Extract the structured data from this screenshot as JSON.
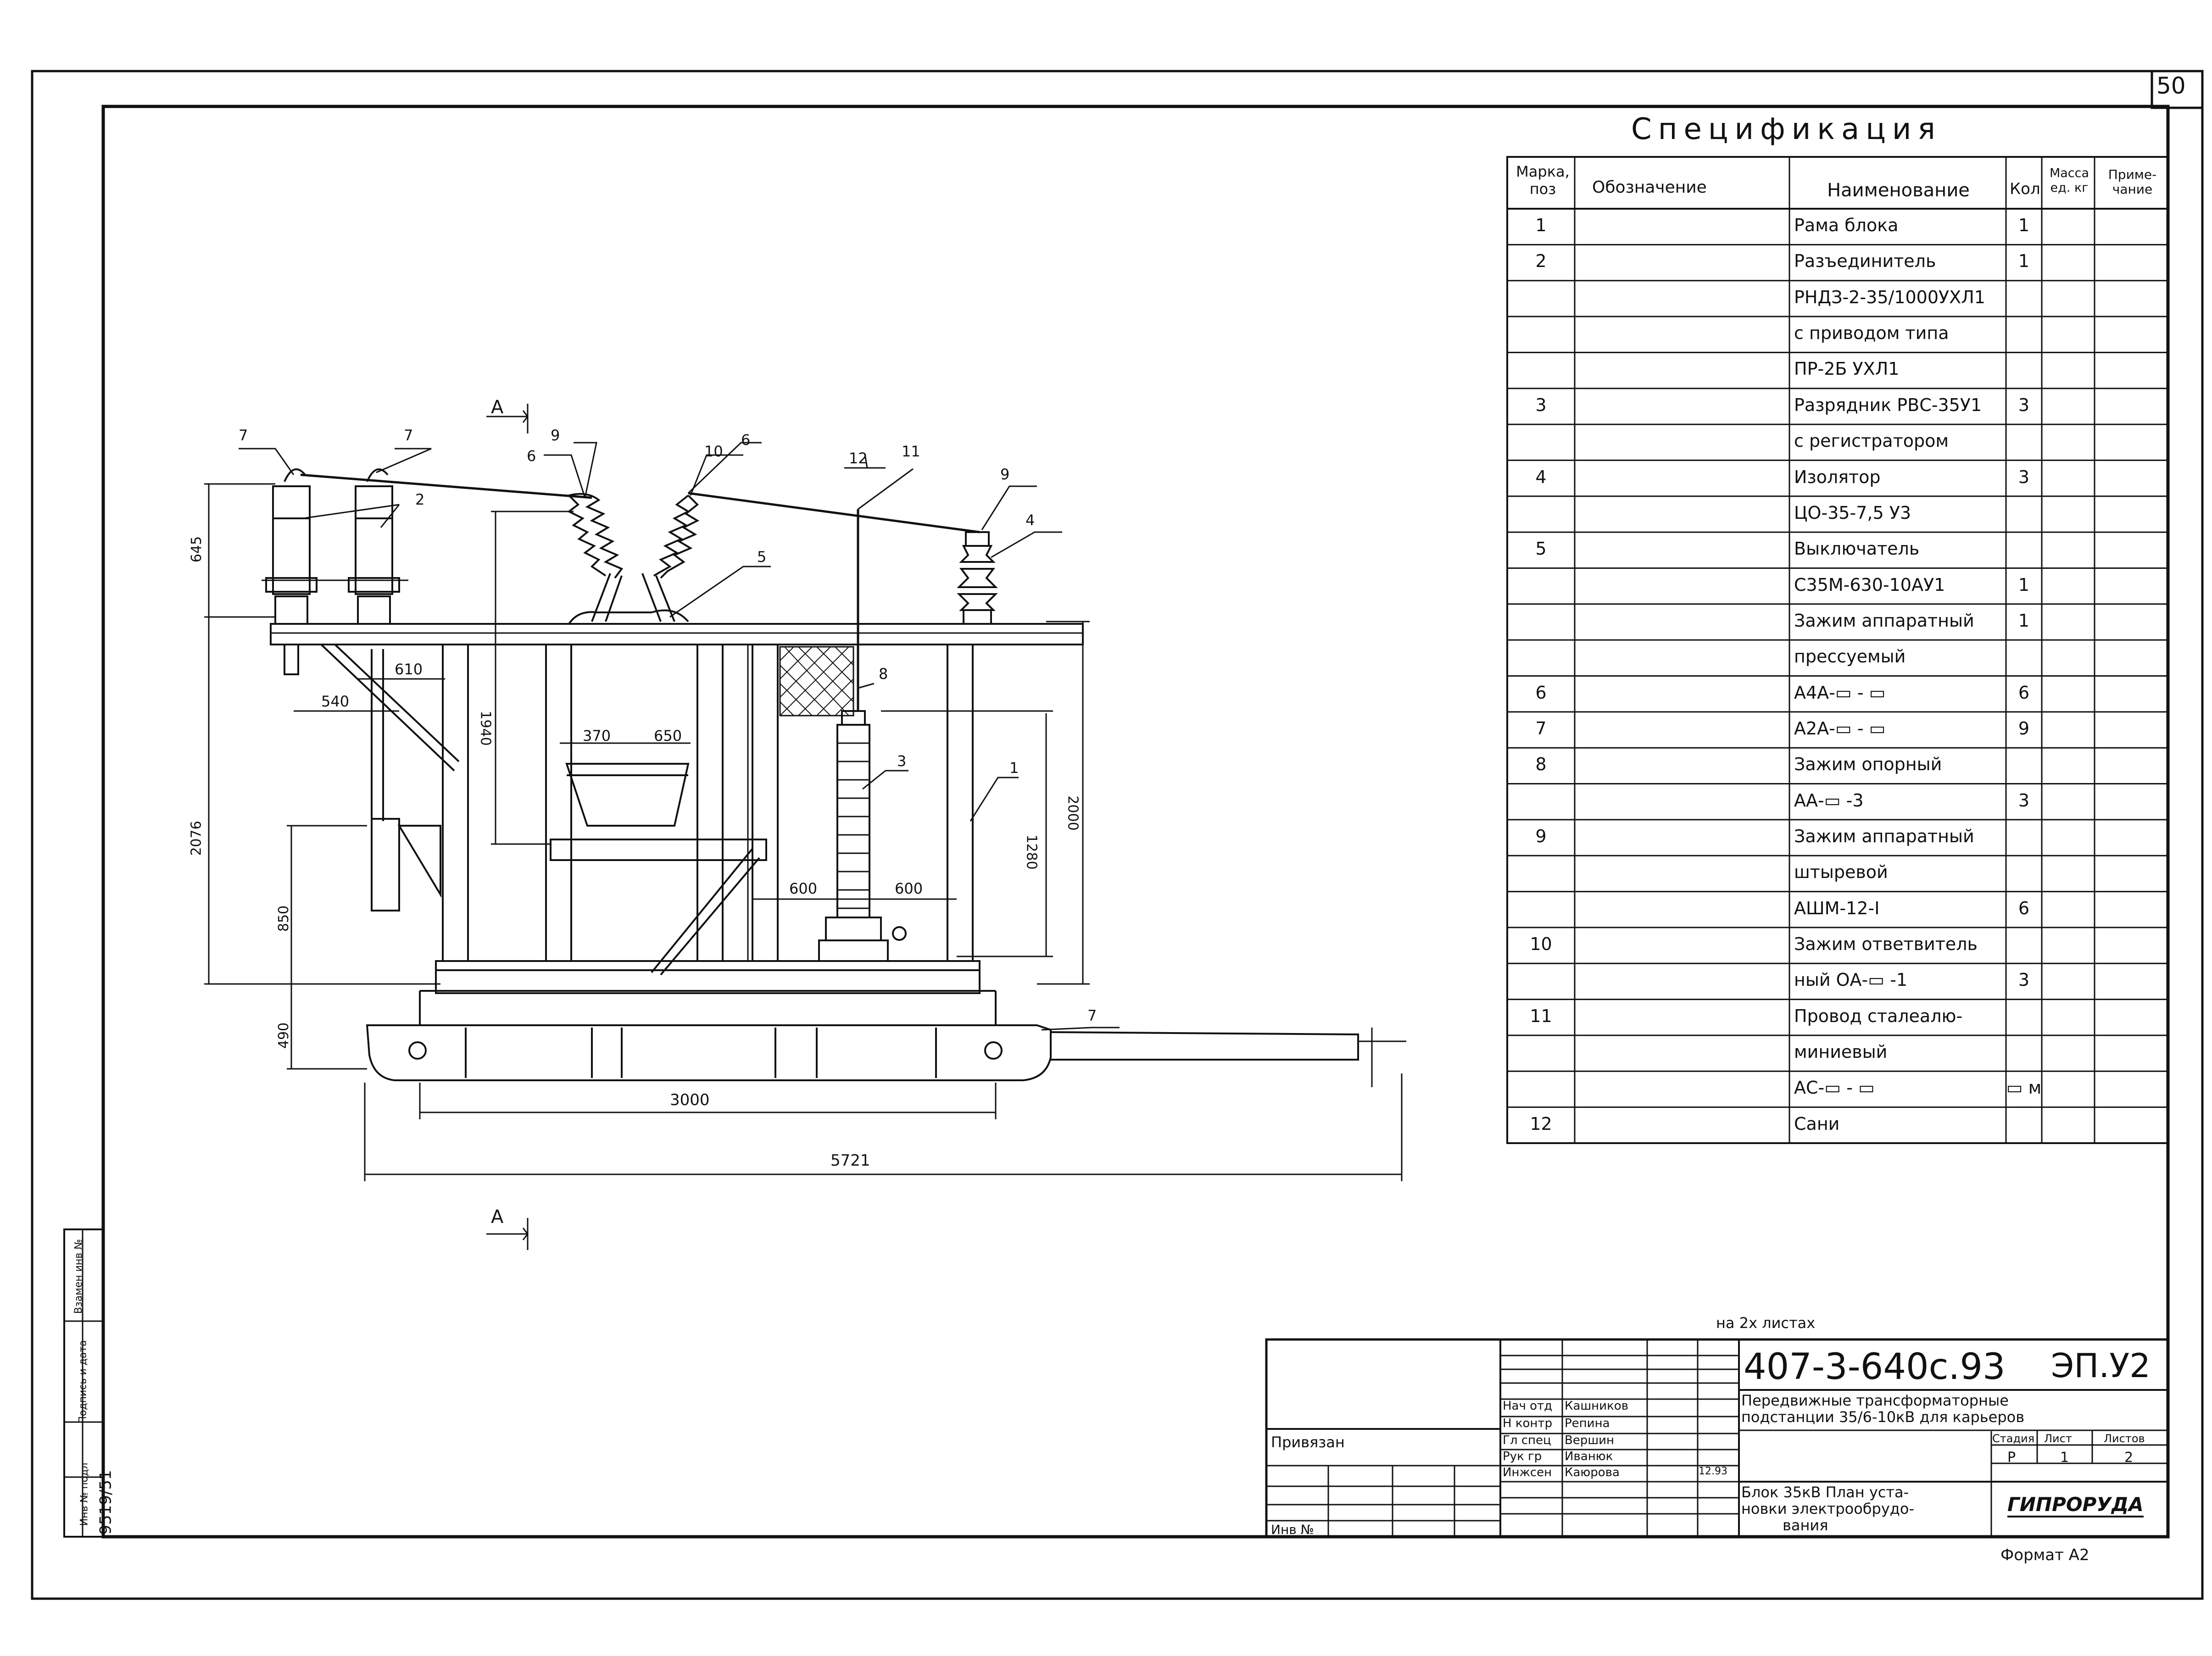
{
  "page_number": "50",
  "spec": {
    "title": "Спецификация",
    "headers": {
      "pos": [
        "Марка,",
        "поз"
      ],
      "designation": "Обозначение",
      "name": "Наименование",
      "qty": "Кол",
      "mass": [
        "Масса",
        "ед. кг"
      ],
      "note": [
        "Приме-",
        "чание"
      ]
    },
    "rows": [
      {
        "pos": "1",
        "name": "Рама блока",
        "qty": "1"
      },
      {
        "pos": "2",
        "name": "Разъединитель",
        "qty": "1"
      },
      {
        "pos": "",
        "name": "РНДЗ-2-35/1000УХЛ1",
        "qty": ""
      },
      {
        "pos": "",
        "name": "с приводом типа",
        "qty": ""
      },
      {
        "pos": "",
        "name": "ПР-2Б УХЛ1",
        "qty": ""
      },
      {
        "pos": "3",
        "name": "Разрядник РВС-35У1",
        "qty": "3"
      },
      {
        "pos": "",
        "name": "с регистратором",
        "qty": ""
      },
      {
        "pos": "4",
        "name": "Изолятор",
        "qty": "3"
      },
      {
        "pos": "",
        "name": "ЦО-35-7,5 У3",
        "qty": ""
      },
      {
        "pos": "5",
        "name": "Выключатель",
        "qty": ""
      },
      {
        "pos": "",
        "name": "С35М-630-10АУ1",
        "qty": "1"
      },
      {
        "pos": "",
        "name": "Зажим аппаратный",
        "qty": "1"
      },
      {
        "pos": "",
        "name": "прессуемый",
        "qty": ""
      },
      {
        "pos": "6",
        "name": "А4А-▭ - ▭",
        "qty": "6"
      },
      {
        "pos": "7",
        "name": "А2А-▭ - ▭",
        "qty": "9"
      },
      {
        "pos": "8",
        "name": "Зажим опорный",
        "qty": ""
      },
      {
        "pos": "",
        "name": "АА-▭ -3",
        "qty": "3"
      },
      {
        "pos": "9",
        "name": "Зажим аппаратный",
        "qty": ""
      },
      {
        "pos": "",
        "name": "штыревой",
        "qty": ""
      },
      {
        "pos": "",
        "name": "АШМ-12-I",
        "qty": "6"
      },
      {
        "pos": "10",
        "name": "Зажим ответвитель",
        "qty": ""
      },
      {
        "pos": "",
        "name": "ный ОА-▭ -1",
        "qty": "3"
      },
      {
        "pos": "11",
        "name": "Провод сталеалю-",
        "qty": ""
      },
      {
        "pos": "",
        "name": "миниевый",
        "qty": ""
      },
      {
        "pos": "",
        "name": "АС-▭ - ▭",
        "qty": "▭ м"
      },
      {
        "pos": "12",
        "name": "Сани",
        "qty": ""
      }
    ]
  },
  "drawing": {
    "section_mark": "А",
    "dimensions": {
      "d645": "645",
      "d2076": "2076",
      "d850": "850",
      "d490": "490",
      "d1940": "1940",
      "d610": "610",
      "d540": "540",
      "d370": "370",
      "d650": "650",
      "d600a": "600",
      "d600b": "600",
      "d1280": "1280",
      "d2000": "2000",
      "d3000": "3000",
      "d5721": "5721"
    },
    "callouts": [
      "1",
      "2",
      "3",
      "4",
      "5",
      "6",
      "6",
      "7",
      "7",
      "7",
      "8",
      "9",
      "9",
      "10",
      "11",
      "12"
    ]
  },
  "title_block": {
    "sheets_note": "на 2х листах",
    "doc_code": "407-3-640с.93",
    "sheet_code": "ЭП.У2",
    "project_title": [
      "Передвижные трансформаторные",
      "подстанции 35/6-10кВ для карьеров"
    ],
    "drawing_title": [
      "Блок 35кВ План уста-",
      "новки электрообрудо-",
      "вания"
    ],
    "stage_label": "Стадия",
    "sheet_label": "Лист",
    "sheets_label": "Листов",
    "stage": "Р",
    "sheet": "1",
    "sheets": "2",
    "company": "ГИПРОРУДА",
    "tied": "Привязан",
    "inv_label": "Инв №",
    "staff": [
      {
        "role": "Нач отд",
        "name": "Кашников"
      },
      {
        "role": "Н контр",
        "name": "Репина"
      },
      {
        "role": "Гл спец",
        "name": "Вершин"
      },
      {
        "role": "Рук гр",
        "name": "Иванюк"
      },
      {
        "role": "Инжсен",
        "name": "Каюрова"
      }
    ],
    "date_note": "12.93",
    "format": "Формат А2"
  },
  "side_stamp": {
    "inv_orig": "Инв № подл",
    "sign_date": "Подпись и дата",
    "swap_inv": "Взамен инв №",
    "inv_number": "9519/51"
  }
}
